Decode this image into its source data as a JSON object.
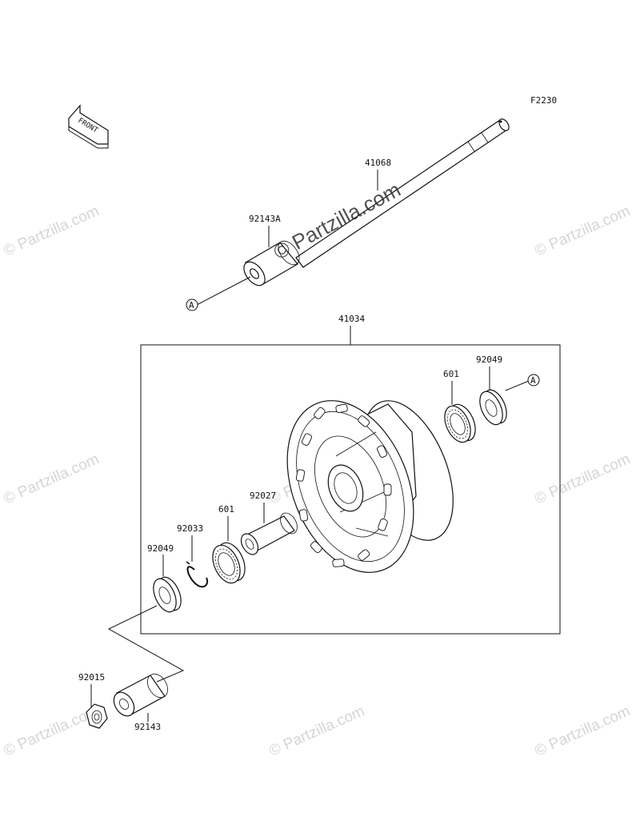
{
  "figure_code": "F2230",
  "front_badge": "FRONT",
  "ref_marker": "A",
  "watermark": "© Partzilla.com",
  "parts": {
    "axle": "41068",
    "collar_a": "92143A",
    "hub": "41034",
    "bearing": "601",
    "seal": "92049",
    "sleeve": "92027",
    "circlip": "92033",
    "nut": "92015",
    "collar": "92143"
  }
}
